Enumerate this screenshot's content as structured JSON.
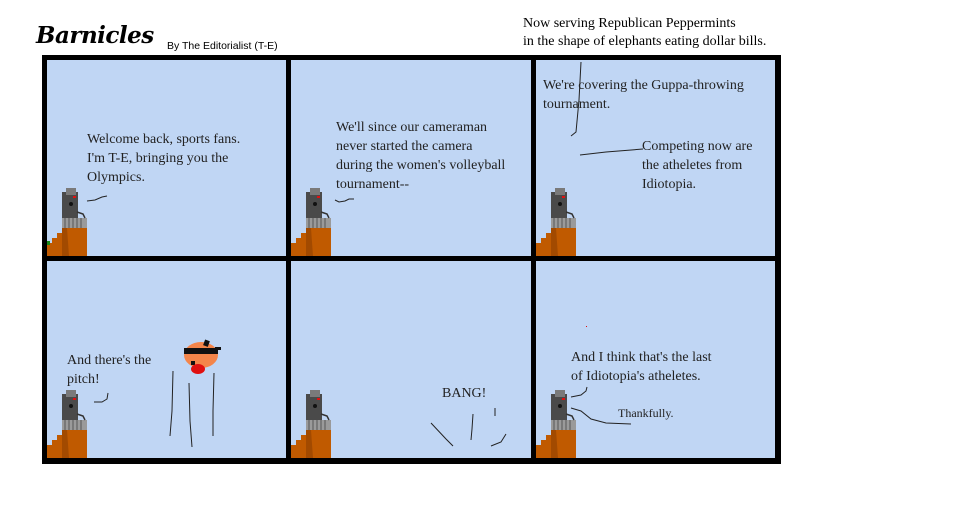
{
  "header": {
    "title": "Barnicles",
    "byline": "By The Editorialist (T-E)",
    "tagline_line1": "Now serving Republican Peppermints",
    "tagline_line2": "in the shape of elephants eating dollar bills."
  },
  "colors": {
    "panel_bg": "#c0d6f4",
    "border": "#000000",
    "podium": "#c05a00",
    "robot": "#4a4a4a",
    "guppa_orange": "#f4854a",
    "guppa_red": "#e01010"
  },
  "panels": [
    {
      "captions": [
        "Welcome back, sports fans.\nI'm T-E, bringing you the\nOlympics."
      ]
    },
    {
      "captions": [
        "We'll since our cameraman\nnever started the camera\nduring the women's volleyball\ntournament--"
      ]
    },
    {
      "captions": [
        "We're covering the Guppa-throwing\ntournament.",
        "Competing now are\nthe atheletes from\nIdiotopia."
      ]
    },
    {
      "captions": [
        "And there's the\npitch!"
      ]
    },
    {
      "captions": [
        "BANG!"
      ]
    },
    {
      "captions": [
        "And I think that's the last\nof Idiotopia's atheletes.",
        "Thankfully."
      ]
    }
  ]
}
